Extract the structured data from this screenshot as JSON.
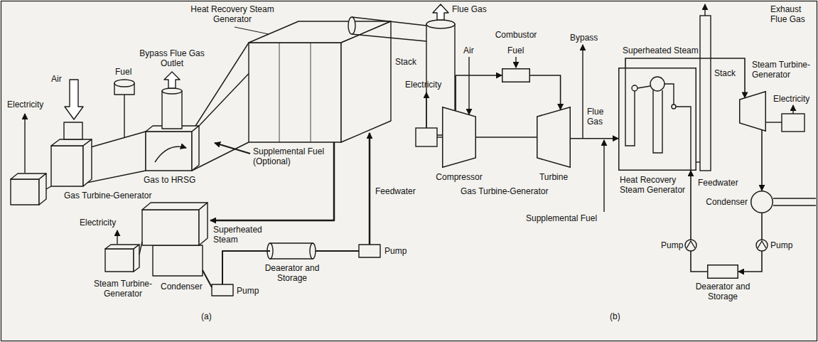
{
  "diagram": {
    "nodes": [
      {
        "text": [
          "Combustor"
        ]
      },
      {
        "text": [
          "Compressor"
        ]
      },
      {
        "text": [
          "Turbine"
        ]
      },
      {
        "text": [
          "Heat Recovery Steam Generator"
        ]
      },
      {
        "text": [
          "Steam Turbine-Generator"
        ]
      },
      {
        "text": [
          "Condenser"
        ]
      },
      {
        "text": [
          "Deaerator and Storage"
        ]
      }
    ],
    "edges": [
      {
        "from": 1,
        "to": 0,
        "arrow": "to"
      },
      {
        "from": 0,
        "to": 2,
        "arrow": "to"
      },
      {
        "from": 2,
        "to": 3,
        "arrow": "to"
      },
      {
        "from": 3,
        "to": 4,
        "arrow": "to"
      },
      {
        "from": 4,
        "to": 5,
        "arrow": "to"
      },
      {
        "from": 5,
        "to": 6,
        "arrow": "to"
      },
      {
        "from": 6,
        "to": 3,
        "arrow": "to"
      }
    ],
    "labels": [
      "Heat Recovery Steam Generator",
      "Flue Gas",
      "Stack",
      "Bypass Flue Gas Outlet",
      "Fuel",
      "Electricity",
      "Air",
      "Supplemental Fuel (Optional)",
      "Gas to HRSG",
      "Gas Turbine-Generator",
      "Electricity",
      "Feedwater",
      "Superheated Steam",
      "Pump",
      "Deaerator and Storage",
      "Steam Turbine-Generator",
      "Condenser",
      "Pump",
      "(a)",
      "Exhaust Flue Gas",
      "Bypass",
      "Air",
      "Fuel",
      "Superheated Steam",
      "Stack",
      "Electricity",
      "Electricity",
      "Flue Gas",
      "Gas Turbine-Generator",
      "Feedwater",
      "Supplemental Fuel",
      "Pump",
      "Pump",
      "(b)"
    ]
  }
}
